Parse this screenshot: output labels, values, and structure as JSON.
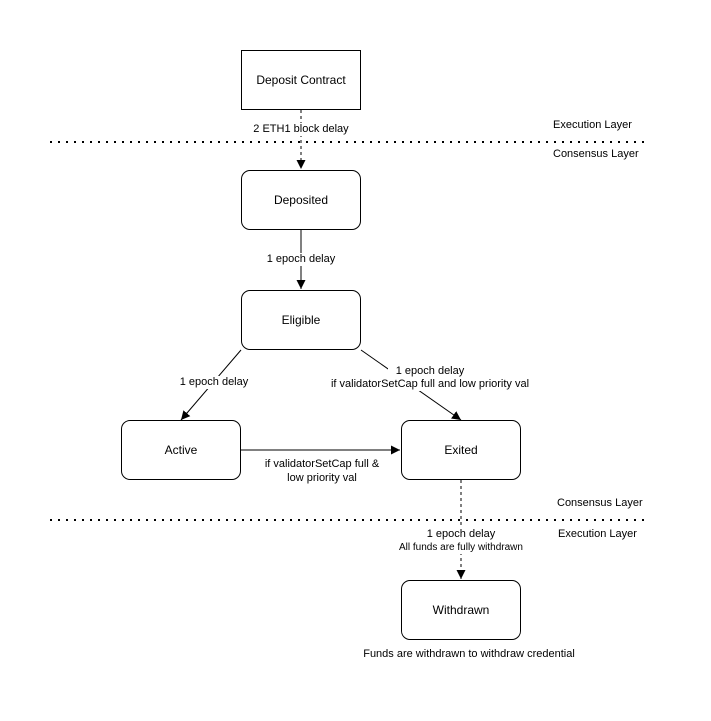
{
  "nodes": {
    "deposit_contract": "Deposit Contract",
    "deposited": "Deposited",
    "eligible": "Eligible",
    "active": "Active",
    "exited": "Exited",
    "withdrawn": "Withdrawn"
  },
  "separators": {
    "top": {
      "above": "Execution Layer",
      "below": "Consensus Layer"
    },
    "bottom": {
      "above": "Consensus Layer",
      "below": "Execution Layer"
    }
  },
  "edges": {
    "contract_to_deposited": "2 ETH1 block delay",
    "deposited_to_eligible": "1 epoch delay",
    "eligible_to_active": "1 epoch delay",
    "eligible_to_exited_line1": "1 epoch delay",
    "eligible_to_exited_line2": "if validatorSetCap full and low priority val",
    "active_to_exited_line1": "if validatorSetCap full &",
    "active_to_exited_line2": "low priority val",
    "exited_to_withdrawn_line1": "1 epoch delay",
    "exited_to_withdrawn_line2": "All funds are fully withdrawn"
  },
  "footer_note": "Funds are withdrawn to withdraw credential"
}
